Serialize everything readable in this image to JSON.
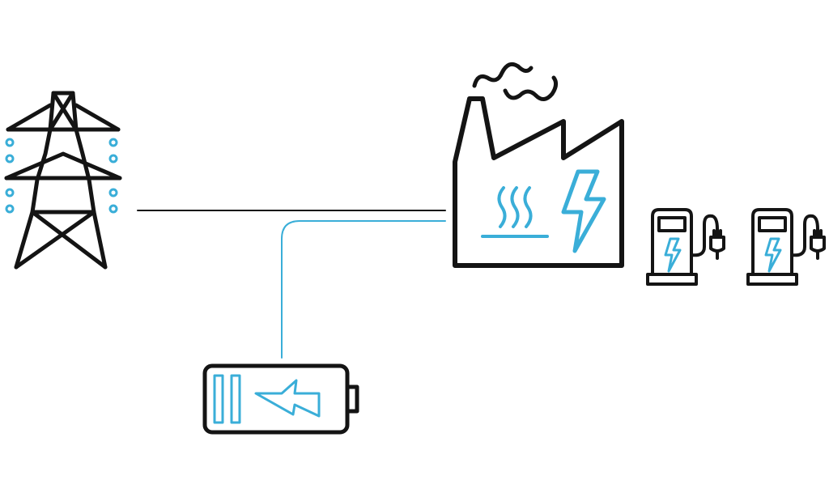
{
  "diagram": {
    "nodes": [
      {
        "id": "pylon",
        "icon": "power-pylon-icon"
      },
      {
        "id": "factory",
        "icon": "factory-icon"
      },
      {
        "id": "charger-1",
        "icon": "ev-charger-icon"
      },
      {
        "id": "charger-2",
        "icon": "ev-charger-icon"
      },
      {
        "id": "battery",
        "icon": "battery-storage-icon"
      }
    ],
    "edges": [
      {
        "from": "pylon",
        "to": "factory"
      },
      {
        "from": "battery",
        "to": "factory"
      }
    ]
  },
  "colors": {
    "line": "#141414",
    "accent": "#3aaed8",
    "background": "#ffffff"
  }
}
